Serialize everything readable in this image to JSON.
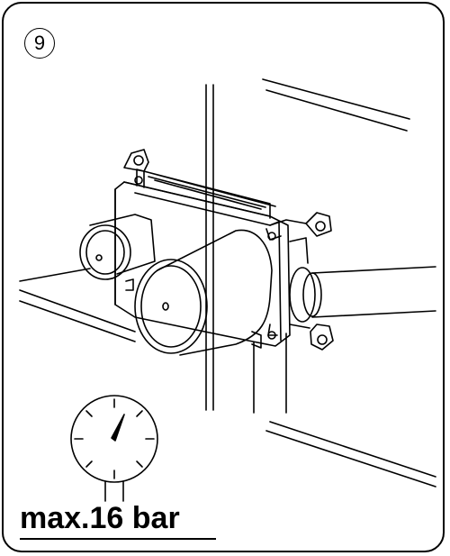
{
  "step": {
    "number": "9"
  },
  "pressure": {
    "label": "max.16 bar"
  },
  "colors": {
    "line": "#000000",
    "background": "#ffffff"
  },
  "icons": {
    "gauge": "pressure-gauge-icon",
    "valve": "concealed-valve-body"
  }
}
